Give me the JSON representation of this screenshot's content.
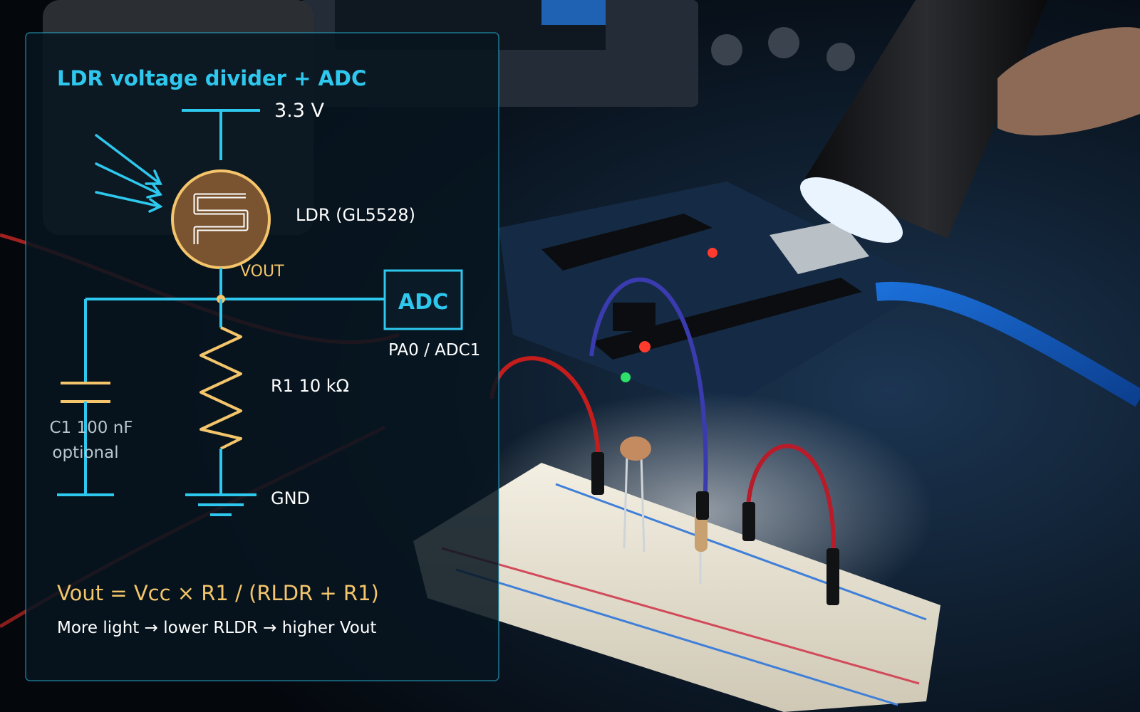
{
  "diagram": {
    "title": "LDR voltage divider + ADC",
    "supply_label": "3.3 V",
    "ldr_label": "LDR (GL5528)",
    "vout_label": "VOUT",
    "adc_label": "ADC",
    "adc_pin_label": "PA0 / ADC1",
    "resistor_label": "R1 10 kΩ",
    "capacitor_label": "C1 100 nF",
    "capacitor_note": "optional",
    "ground_label": "GND",
    "formula": "Vout = Vcc × R1 / (RLDR + R1)",
    "explanation": "More light → lower RLDR → higher Vout"
  },
  "colors": {
    "accent_cyan": "#2ec8ee",
    "component_orange": "#f4c56a",
    "ldr_body": "#7a5430",
    "panel_bg": "#071520",
    "text_white": "#ffffff",
    "text_dim": "#b9c4cc"
  }
}
